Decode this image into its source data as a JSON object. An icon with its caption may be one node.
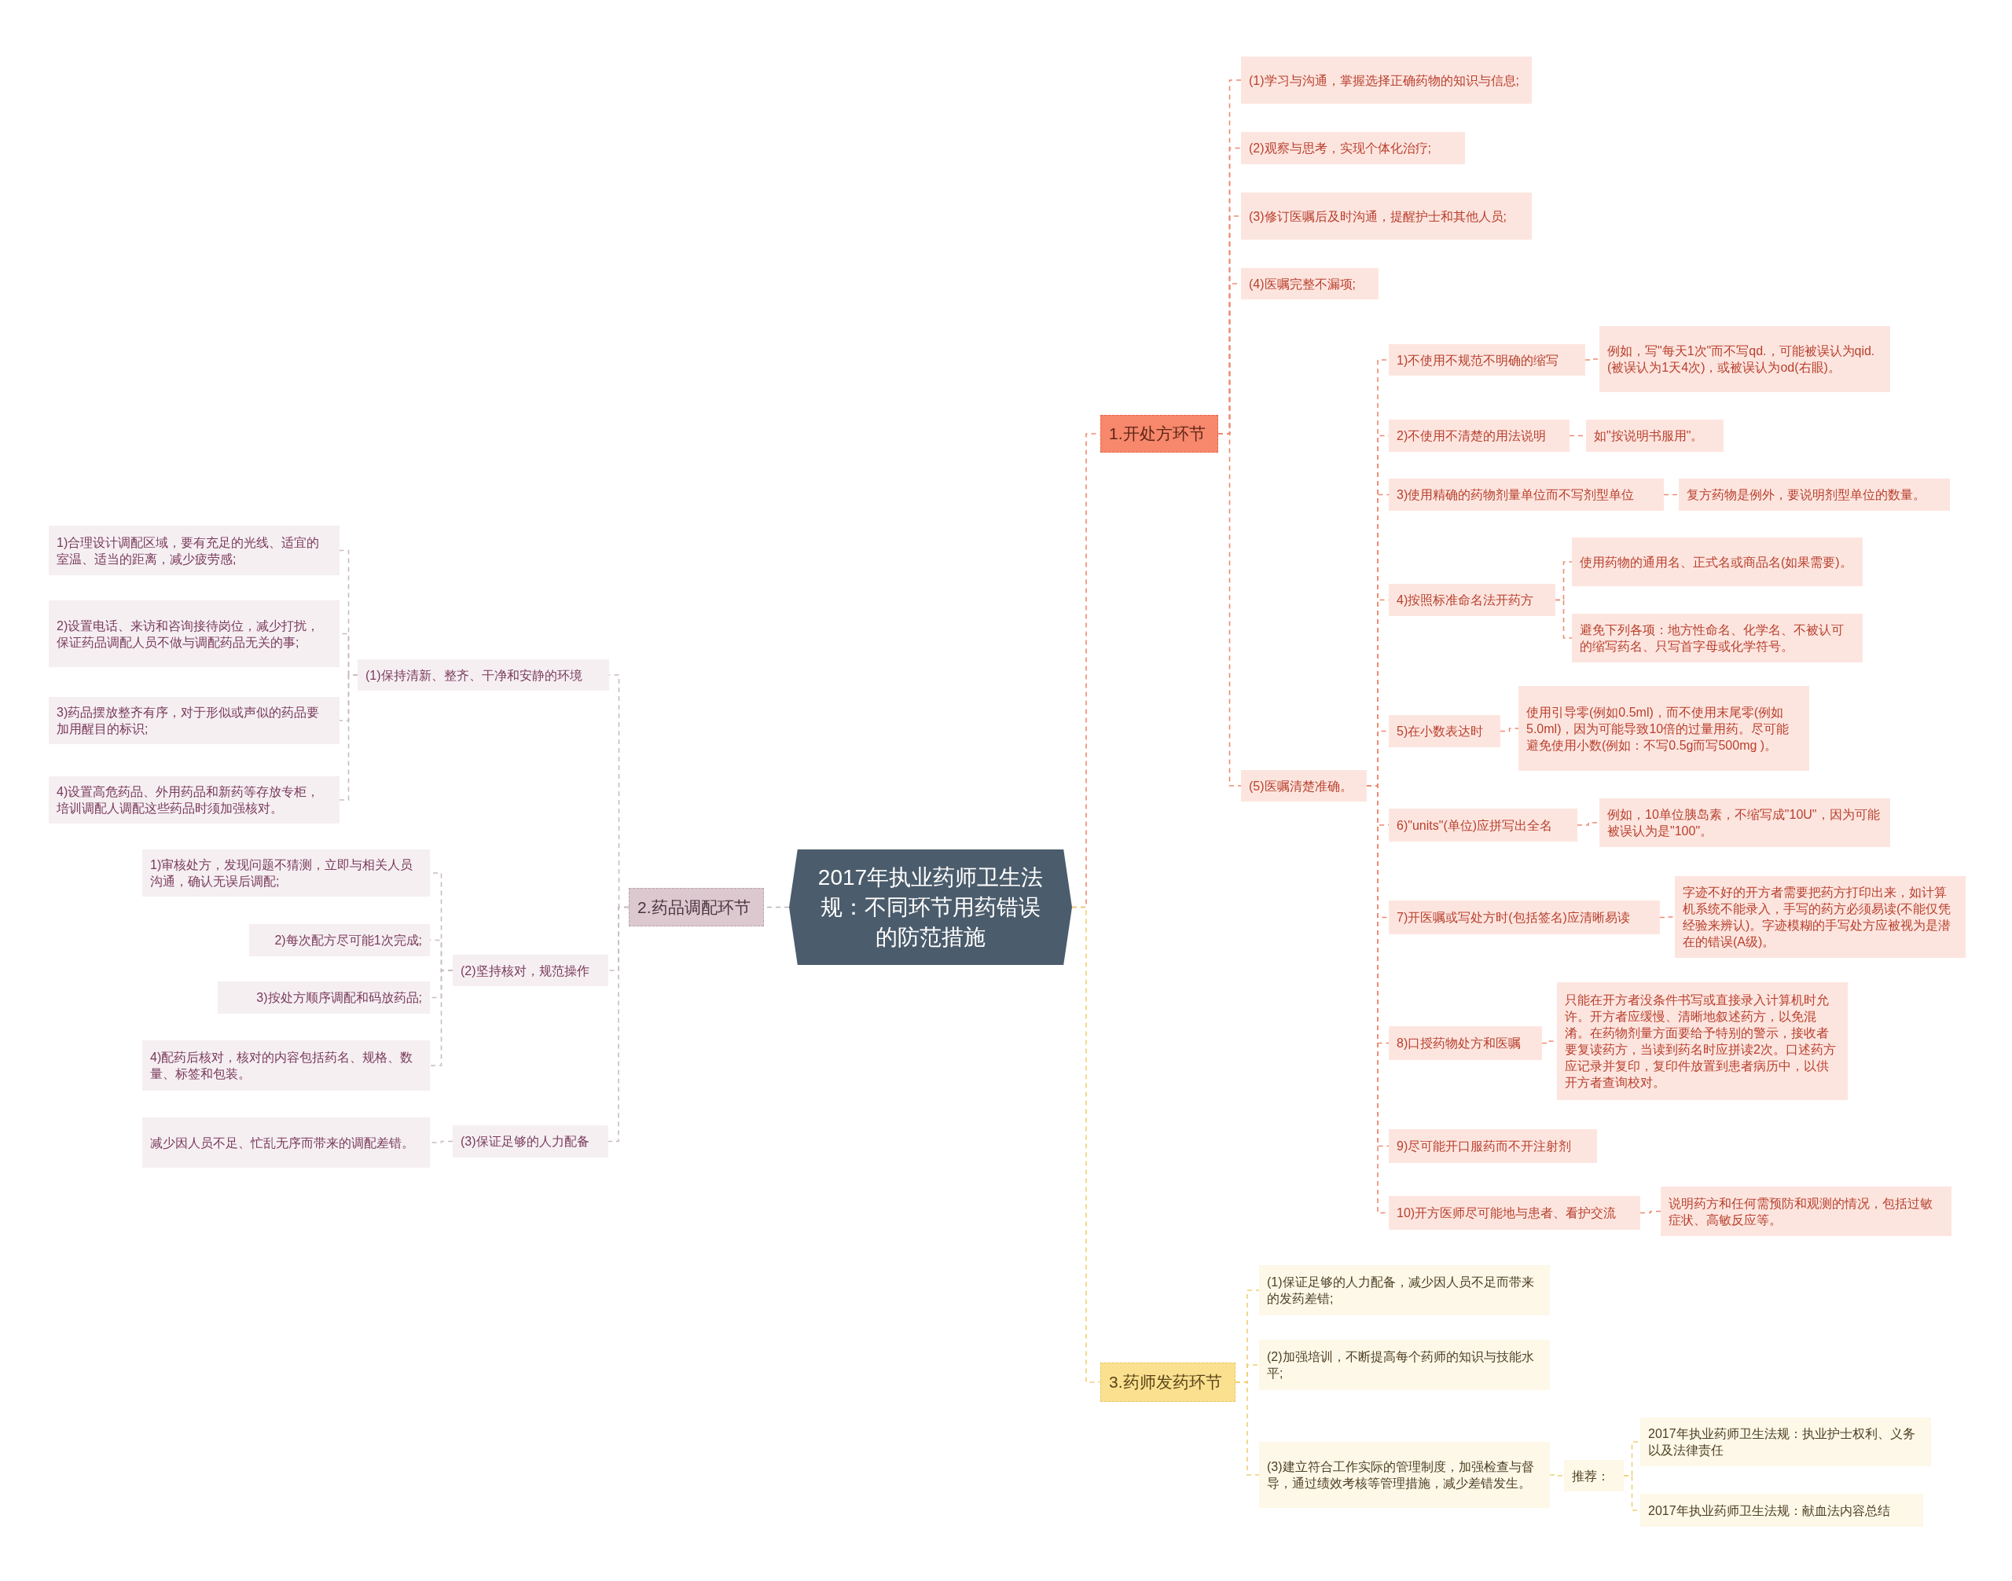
{
  "diagram": {
    "nodes": [
      {
        "text": [
          "2017年执业药师卫生法规：不同环节用药错误的防范措施"
        ]
      },
      {
        "text": [
          "1.开处方环节"
        ]
      },
      {
        "text": [
          "(1)学习与沟通，掌握选择正确药物的知识与信息;"
        ]
      },
      {
        "text": [
          "(2)观察与思考，实现个体化治疗;"
        ]
      },
      {
        "text": [
          "(3)修订医嘱后及时沟通，提醒护士和其他人员;"
        ]
      },
      {
        "text": [
          "(4)医嘱完整不漏项;"
        ]
      },
      {
        "text": [
          "(5)医嘱清楚准确。"
        ]
      },
      {
        "text": [
          "1)不使用不规范不明确的缩写"
        ]
      },
      {
        "text": [
          "例如，写\"每天1次\"而不写qd.，可能被误认为qid.(被误认为1天4次)，或被误认为od(右眼)。"
        ]
      },
      {
        "text": [
          "2)不使用不清楚的用法说明"
        ]
      },
      {
        "text": [
          "如\"按说明书服用\"。"
        ]
      },
      {
        "text": [
          "3)使用精确的药物剂量单位而不写剂型单位"
        ]
      },
      {
        "text": [
          "复方药物是例外，要说明剂型单位的数量。"
        ]
      },
      {
        "text": [
          "4)按照标准命名法开药方"
        ]
      },
      {
        "text": [
          "使用药物的通用名、正式名或商品名(如果需要)。"
        ]
      },
      {
        "text": [
          "避免下列各项：地方性命名、化学名、不被认可的缩写药名、只写首字母或化学符号。"
        ]
      },
      {
        "text": [
          "5)在小数表达时"
        ]
      },
      {
        "text": [
          "使用引导零(例如0.5ml)，而不使用末尾零(例如5.0ml)，因为可能导致10倍的过量用药。尽可能避免使用小数(例如：不写0.5g而写500mg )。"
        ]
      },
      {
        "text": [
          "6)\"units\"(单位)应拼写出全名"
        ]
      },
      {
        "text": [
          "例如，10单位胰岛素，不缩写成\"10U\"，因为可能被误认为是\"100\"。"
        ]
      },
      {
        "text": [
          "7)开医嘱或写处方时(包括签名)应清晰易读"
        ]
      },
      {
        "text": [
          "字迹不好的开方者需要把药方打印出来，如计算机系统不能录入，手写的药方必须易读(不能仅凭经验来辨认)。字迹模糊的手写处方应被视为是潜在的错误(A级)。"
        ]
      },
      {
        "text": [
          "8)口授药物处方和医嘱"
        ]
      },
      {
        "text": [
          "只能在开方者没条件书写或直接录入计算机时允许。开方者应缓慢、清晰地叙述药方，以免混淆。在药物剂量方面要给予特别的警示，接收者要复读药方，当读到药名时应拼读2次。口述药方应记录并复印，复印件放置到患者病历中，以供开方者查询校对。"
        ]
      },
      {
        "text": [
          "9)尽可能开口服药而不开注射剂"
        ]
      },
      {
        "text": [
          "10)开方医师尽可能地与患者、看护交流"
        ]
      },
      {
        "text": [
          "说明药方和任何需预防和观测的情况，包括过敏症状、高敏反应等。"
        ]
      },
      {
        "text": [
          "3.药师发药环节"
        ]
      },
      {
        "text": [
          "(1)保证足够的人力配备，减少因人员不足而带来的发药差错;"
        ]
      },
      {
        "text": [
          "(2)加强培训，不断提高每个药师的知识与技能水平;"
        ]
      },
      {
        "text": [
          "(3)建立符合工作实际的管理制度，加强检查与督导，通过绩效考核等管理措施，减少差错发生。"
        ]
      },
      {
        "text": [
          "推荐："
        ]
      },
      {
        "text": [
          "2017年执业药师卫生法规：执业护士权利、义务以及法律责任"
        ]
      },
      {
        "text": [
          "2017年执业药师卫生法规：献血法内容总结"
        ]
      },
      {
        "text": [
          "2.药品调配环节"
        ]
      },
      {
        "text": [
          "(1)保持清新、整齐、干净和安静的环境"
        ]
      },
      {
        "text": [
          "1)合理设计调配区域，要有充足的光线、适宜的室温、适当的距离，减少疲劳感;"
        ]
      },
      {
        "text": [
          "2)设置电话、来访和咨询接待岗位，减少打扰，保证药品调配人员不做与调配药品无关的事;"
        ]
      },
      {
        "text": [
          "3)药品摆放整齐有序，对于形似或声似的药品要加用醒目的标识;"
        ]
      },
      {
        "text": [
          "4)设置高危药品、外用药品和新药等存放专柜，培训调配人调配这些药品时须加强核对。"
        ]
      },
      {
        "text": [
          "(2)坚持核对，规范操作"
        ]
      },
      {
        "text": [
          "1)审核处方，发现问题不猜测，立即与相关人员沟通，确认无误后调配;"
        ]
      },
      {
        "text": [
          "2)每次配方尽可能1次完成;"
        ]
      },
      {
        "text": [
          "3)按处方顺序调配和码放药品;"
        ]
      },
      {
        "text": [
          "4)配药后核对，核对的内容包括药名、规格、数量、标签和包装。"
        ]
      },
      {
        "text": [
          "(3)保证足够的人力配备"
        ]
      },
      {
        "text": [
          "减少因人员不足、忙乱无序而带来的调配差错。"
        ]
      }
    ],
    "edges": [
      {
        "from": 0,
        "to": 1,
        "arrow": "none"
      },
      {
        "from": 1,
        "to": 2,
        "arrow": "none"
      },
      {
        "from": 1,
        "to": 3,
        "arrow": "none"
      },
      {
        "from": 1,
        "to": 4,
        "arrow": "none"
      },
      {
        "from": 1,
        "to": 5,
        "arrow": "none"
      },
      {
        "from": 1,
        "to": 6,
        "arrow": "none"
      },
      {
        "from": 6,
        "to": 7,
        "arrow": "none"
      },
      {
        "from": 7,
        "to": 8,
        "arrow": "none"
      },
      {
        "from": 6,
        "to": 9,
        "arrow": "none"
      },
      {
        "from": 9,
        "to": 10,
        "arrow": "none"
      },
      {
        "from": 6,
        "to": 11,
        "arrow": "none"
      },
      {
        "from": 11,
        "to": 12,
        "arrow": "none"
      },
      {
        "from": 6,
        "to": 13,
        "arrow": "none"
      },
      {
        "from": 13,
        "to": 14,
        "arrow": "none"
      },
      {
        "from": 13,
        "to": 15,
        "arrow": "none"
      },
      {
        "from": 6,
        "to": 16,
        "arrow": "none"
      },
      {
        "from": 16,
        "to": 17,
        "arrow": "none"
      },
      {
        "from": 6,
        "to": 18,
        "arrow": "none"
      },
      {
        "from": 18,
        "to": 19,
        "arrow": "none"
      },
      {
        "from": 6,
        "to": 20,
        "arrow": "none"
      },
      {
        "from": 20,
        "to": 21,
        "arrow": "none"
      },
      {
        "from": 6,
        "to": 22,
        "arrow": "none"
      },
      {
        "from": 22,
        "to": 23,
        "arrow": "none"
      },
      {
        "from": 6,
        "to": 24,
        "arrow": "none"
      },
      {
        "from": 6,
        "to": 25,
        "arrow": "none"
      },
      {
        "from": 25,
        "to": 26,
        "arrow": "none"
      },
      {
        "from": 0,
        "to": 27,
        "arrow": "none",
        "color": "#efcf73"
      },
      {
        "from": 27,
        "to": 28,
        "arrow": "none",
        "color": "#efcf73"
      },
      {
        "from": 27,
        "to": 29,
        "arrow": "none",
        "color": "#efcf73"
      },
      {
        "from": 27,
        "to": 30,
        "arrow": "none",
        "color": "#efcf73"
      },
      {
        "from": 30,
        "to": 31,
        "arrow": "none",
        "color": "#efcf73"
      },
      {
        "from": 31,
        "to": 32,
        "arrow": "none",
        "color": "#efcf73"
      },
      {
        "from": 31,
        "to": 33,
        "arrow": "none",
        "color": "#efcf73"
      },
      {
        "from": 0,
        "to": 34,
        "arrow": "none",
        "color": "#bdb3b8"
      },
      {
        "from": 34,
        "to": 35,
        "arrow": "none",
        "color": "#c9bcc2"
      },
      {
        "from": 35,
        "to": 36,
        "arrow": "none",
        "color": "#c9bcc2"
      },
      {
        "from": 35,
        "to": 37,
        "arrow": "none",
        "color": "#c9bcc2"
      },
      {
        "from": 35,
        "to": 38,
        "arrow": "none",
        "color": "#c9bcc2"
      },
      {
        "from": 35,
        "to": 39,
        "arrow": "none",
        "color": "#c9bcc2"
      },
      {
        "from": 34,
        "to": 40,
        "arrow": "none",
        "color": "#c9bcc2"
      },
      {
        "from": 40,
        "to": 41,
        "arrow": "none",
        "color": "#c9bcc2"
      },
      {
        "from": 40,
        "to": 42,
        "arrow": "none",
        "color": "#c9bcc2"
      },
      {
        "from": 40,
        "to": 43,
        "arrow": "none",
        "color": "#c9bcc2"
      },
      {
        "from": 40,
        "to": 44,
        "arrow": "none",
        "color": "#c9bcc2"
      },
      {
        "from": 34,
        "to": 45,
        "arrow": "none",
        "color": "#c9bcc2"
      },
      {
        "from": 45,
        "to": 46,
        "arrow": "none",
        "color": "#c9bcc2"
      }
    ]
  }
}
